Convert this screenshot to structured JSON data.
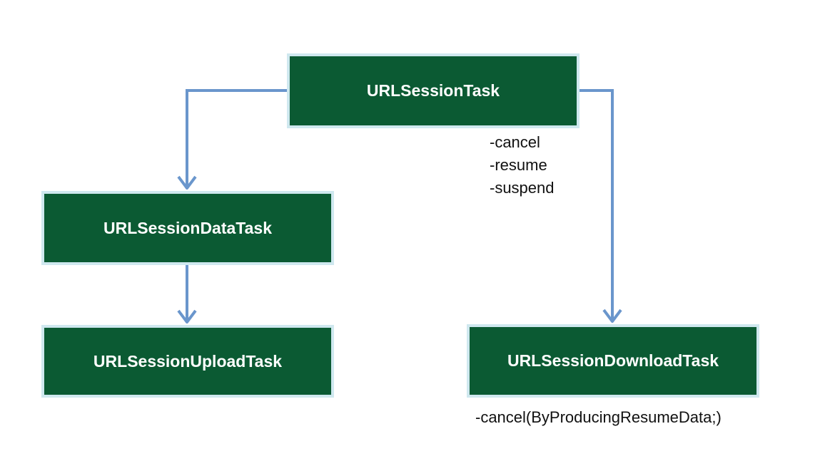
{
  "nodes": {
    "session_task": "URLSessionTask",
    "data_task": "URLSessionDataTask",
    "upload_task": "URLSessionUploadTask",
    "download_task": "URLSessionDownloadTask"
  },
  "session_task_methods": [
    "-cancel",
    "-resume",
    "-suspend"
  ],
  "download_task_methods": [
    "-cancel(ByProducingResumeData;)"
  ],
  "colors": {
    "node_fill": "#0b5a33",
    "node_border": "#cfe8ef",
    "arrow": "#6a96cc"
  }
}
